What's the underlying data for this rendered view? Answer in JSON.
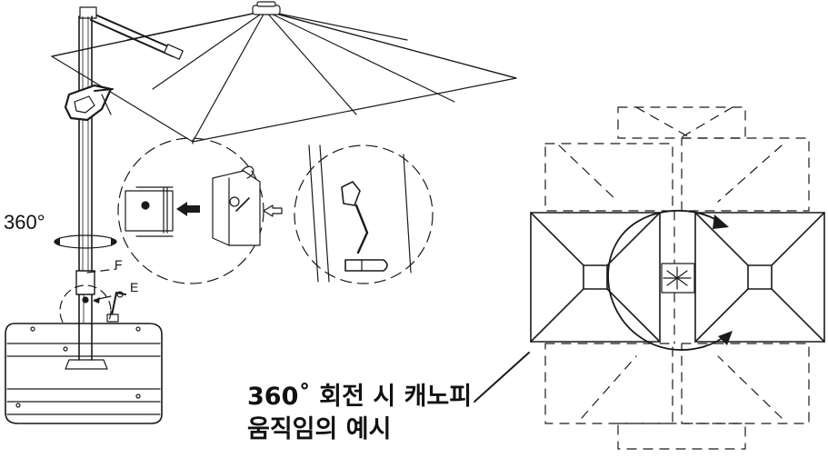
{
  "labels": {
    "rotation": "360°",
    "part_f": "F",
    "part_e": "E"
  },
  "caption": {
    "line1": "360˚ 회전 시 캐노피",
    "line2": "움직임의 예시"
  },
  "colors": {
    "ink": "#1a1a1a",
    "background": "#ffffff"
  }
}
